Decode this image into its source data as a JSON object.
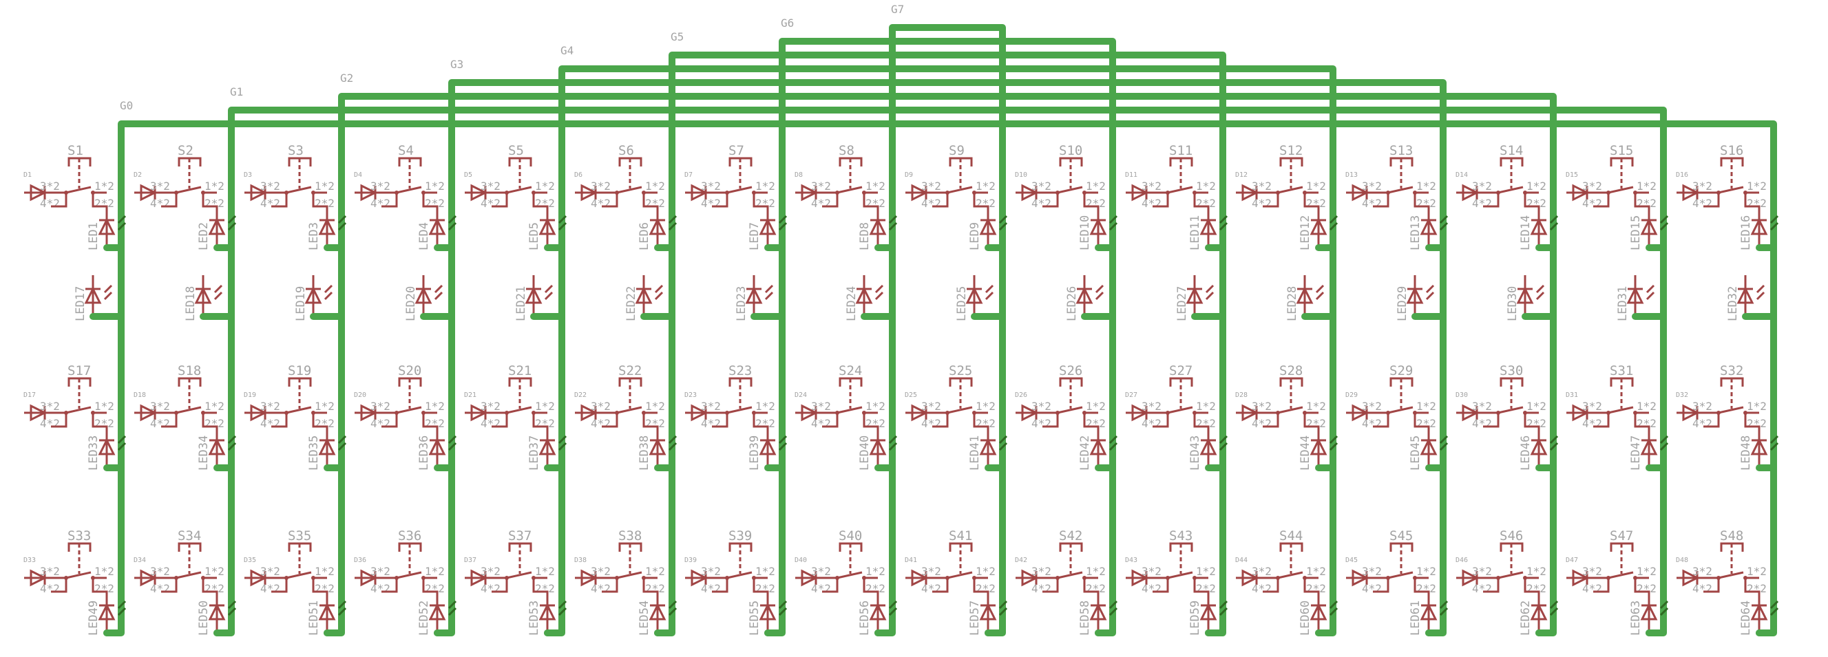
{
  "gates": [
    "G0",
    "G1",
    "G2",
    "G3",
    "G4",
    "G5",
    "G6",
    "G7"
  ],
  "switches": [
    "S1",
    "S2",
    "S3",
    "S4",
    "S5",
    "S6",
    "S7",
    "S8",
    "S9",
    "S10",
    "S11",
    "S12",
    "S13",
    "S14",
    "S15",
    "S16",
    "S17",
    "S18",
    "S19",
    "S20",
    "S21",
    "S22",
    "S23",
    "S24",
    "S25",
    "S26",
    "S27",
    "S28",
    "S29",
    "S30",
    "S31",
    "S32",
    "S33",
    "S34",
    "S35",
    "S36",
    "S37",
    "S38",
    "S39",
    "S40",
    "S41",
    "S42",
    "S43",
    "S44",
    "S45",
    "S46",
    "S47",
    "S48"
  ],
  "diodes": [
    "D1",
    "D2",
    "D3",
    "D4",
    "D5",
    "D6",
    "D7",
    "D8",
    "D9",
    "D10",
    "D11",
    "D12",
    "D13",
    "D14",
    "D15",
    "D16",
    "D17",
    "D18",
    "D19",
    "D20",
    "D21",
    "D22",
    "D23",
    "D24",
    "D25",
    "D26",
    "D27",
    "D28",
    "D29",
    "D30",
    "D31",
    "D32",
    "D33",
    "D34",
    "D35",
    "D36",
    "D37",
    "D38",
    "D39",
    "D40",
    "D41",
    "D42",
    "D43",
    "D44",
    "D45",
    "D46",
    "D47",
    "D48"
  ],
  "leds": [
    "LED1",
    "LED2",
    "LED3",
    "LED4",
    "LED5",
    "LED6",
    "LED7",
    "LED8",
    "LED9",
    "LED10",
    "LED11",
    "LED12",
    "LED13",
    "LED14",
    "LED15",
    "LED16",
    "LED17",
    "LED18",
    "LED19",
    "LED20",
    "LED21",
    "LED22",
    "LED23",
    "LED24",
    "LED25",
    "LED26",
    "LED27",
    "LED28",
    "LED29",
    "LED30",
    "LED31",
    "LED32",
    "LED33",
    "LED34",
    "LED35",
    "LED36",
    "LED37",
    "LED38",
    "LED39",
    "LED40",
    "LED41",
    "LED42",
    "LED43",
    "LED44",
    "LED45",
    "LED46",
    "LED47",
    "LED48",
    "LED49",
    "LED50",
    "LED51",
    "LED52",
    "LED53",
    "LED54",
    "LED55",
    "LED56",
    "LED57",
    "LED58",
    "LED59",
    "LED60",
    "LED61",
    "LED62",
    "LED63",
    "LED64"
  ],
  "pins": {
    "p1": "1*2",
    "p2": "2*2",
    "p3": "3*2",
    "p4": "4*2"
  },
  "colors": {
    "component": "#a14545",
    "net": "#4ba64b",
    "label": "#a3a3a3",
    "led_arrow_on_net": "#2f6a22"
  }
}
